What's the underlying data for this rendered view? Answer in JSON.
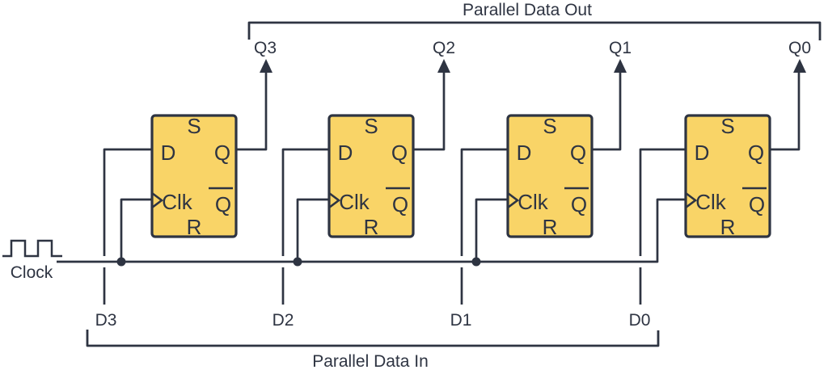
{
  "labels": {
    "parallel_data_out": "Parallel Data Out",
    "parallel_data_in": "Parallel Data In",
    "clock": "Clock"
  },
  "outputs": [
    "Q3",
    "Q2",
    "Q1",
    "Q0"
  ],
  "inputs": [
    "D3",
    "D2",
    "D1",
    "D0"
  ],
  "pins": {
    "set": "S",
    "data": "D",
    "out": "Q",
    "clock": "Clk",
    "out_inverted": "Q",
    "reset": "R"
  },
  "colors": {
    "line": "#2e3442",
    "fill": "#f9d467",
    "bg": "#ffffff"
  }
}
